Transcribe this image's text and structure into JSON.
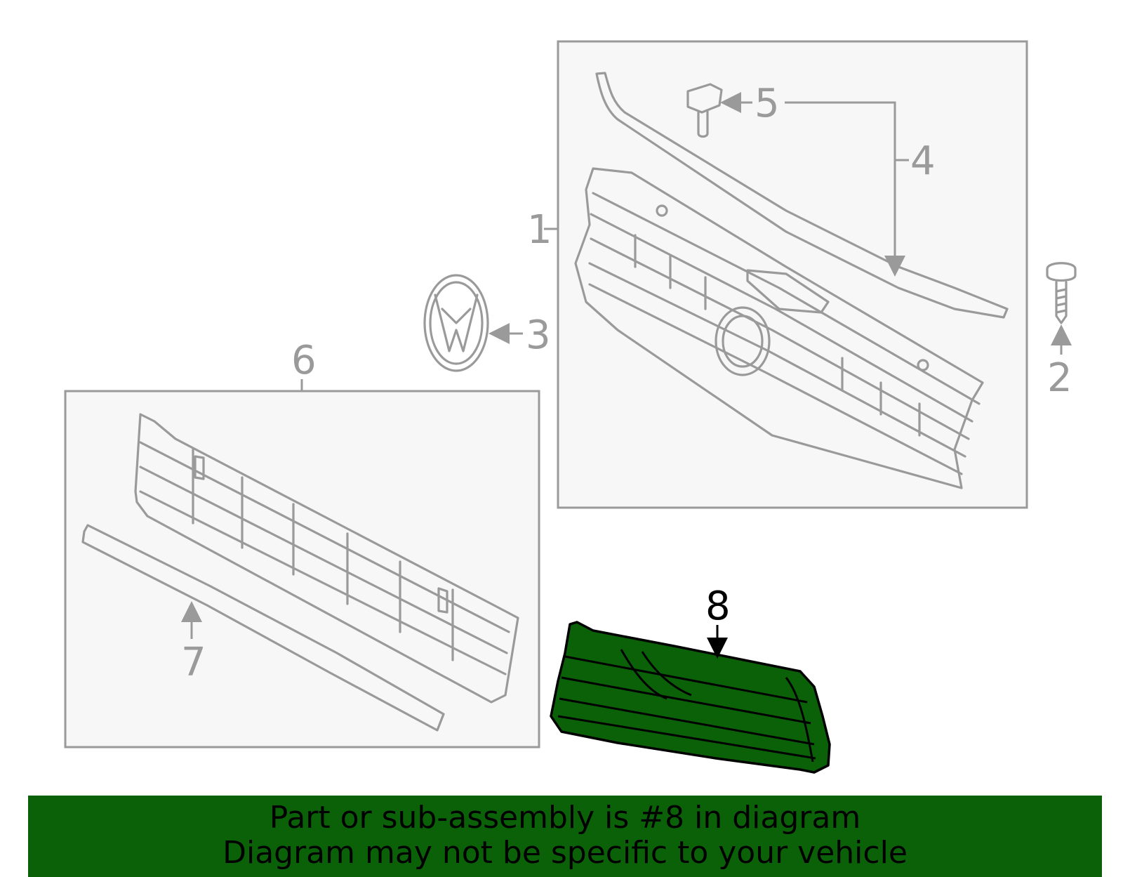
{
  "callouts": {
    "c1": "1",
    "c2": "2",
    "c3": "3",
    "c4": "4",
    "c5": "5",
    "c6": "6",
    "c7": "7",
    "c8": "8"
  },
  "banner": {
    "line1": "Part or sub-assembly is #8 in diagram",
    "line2": "Diagram may not be specific to your vehicle"
  },
  "colors": {
    "highlight": "#0b6107",
    "line": "#9a9a9a",
    "box_fill": "#f7f7f7"
  }
}
